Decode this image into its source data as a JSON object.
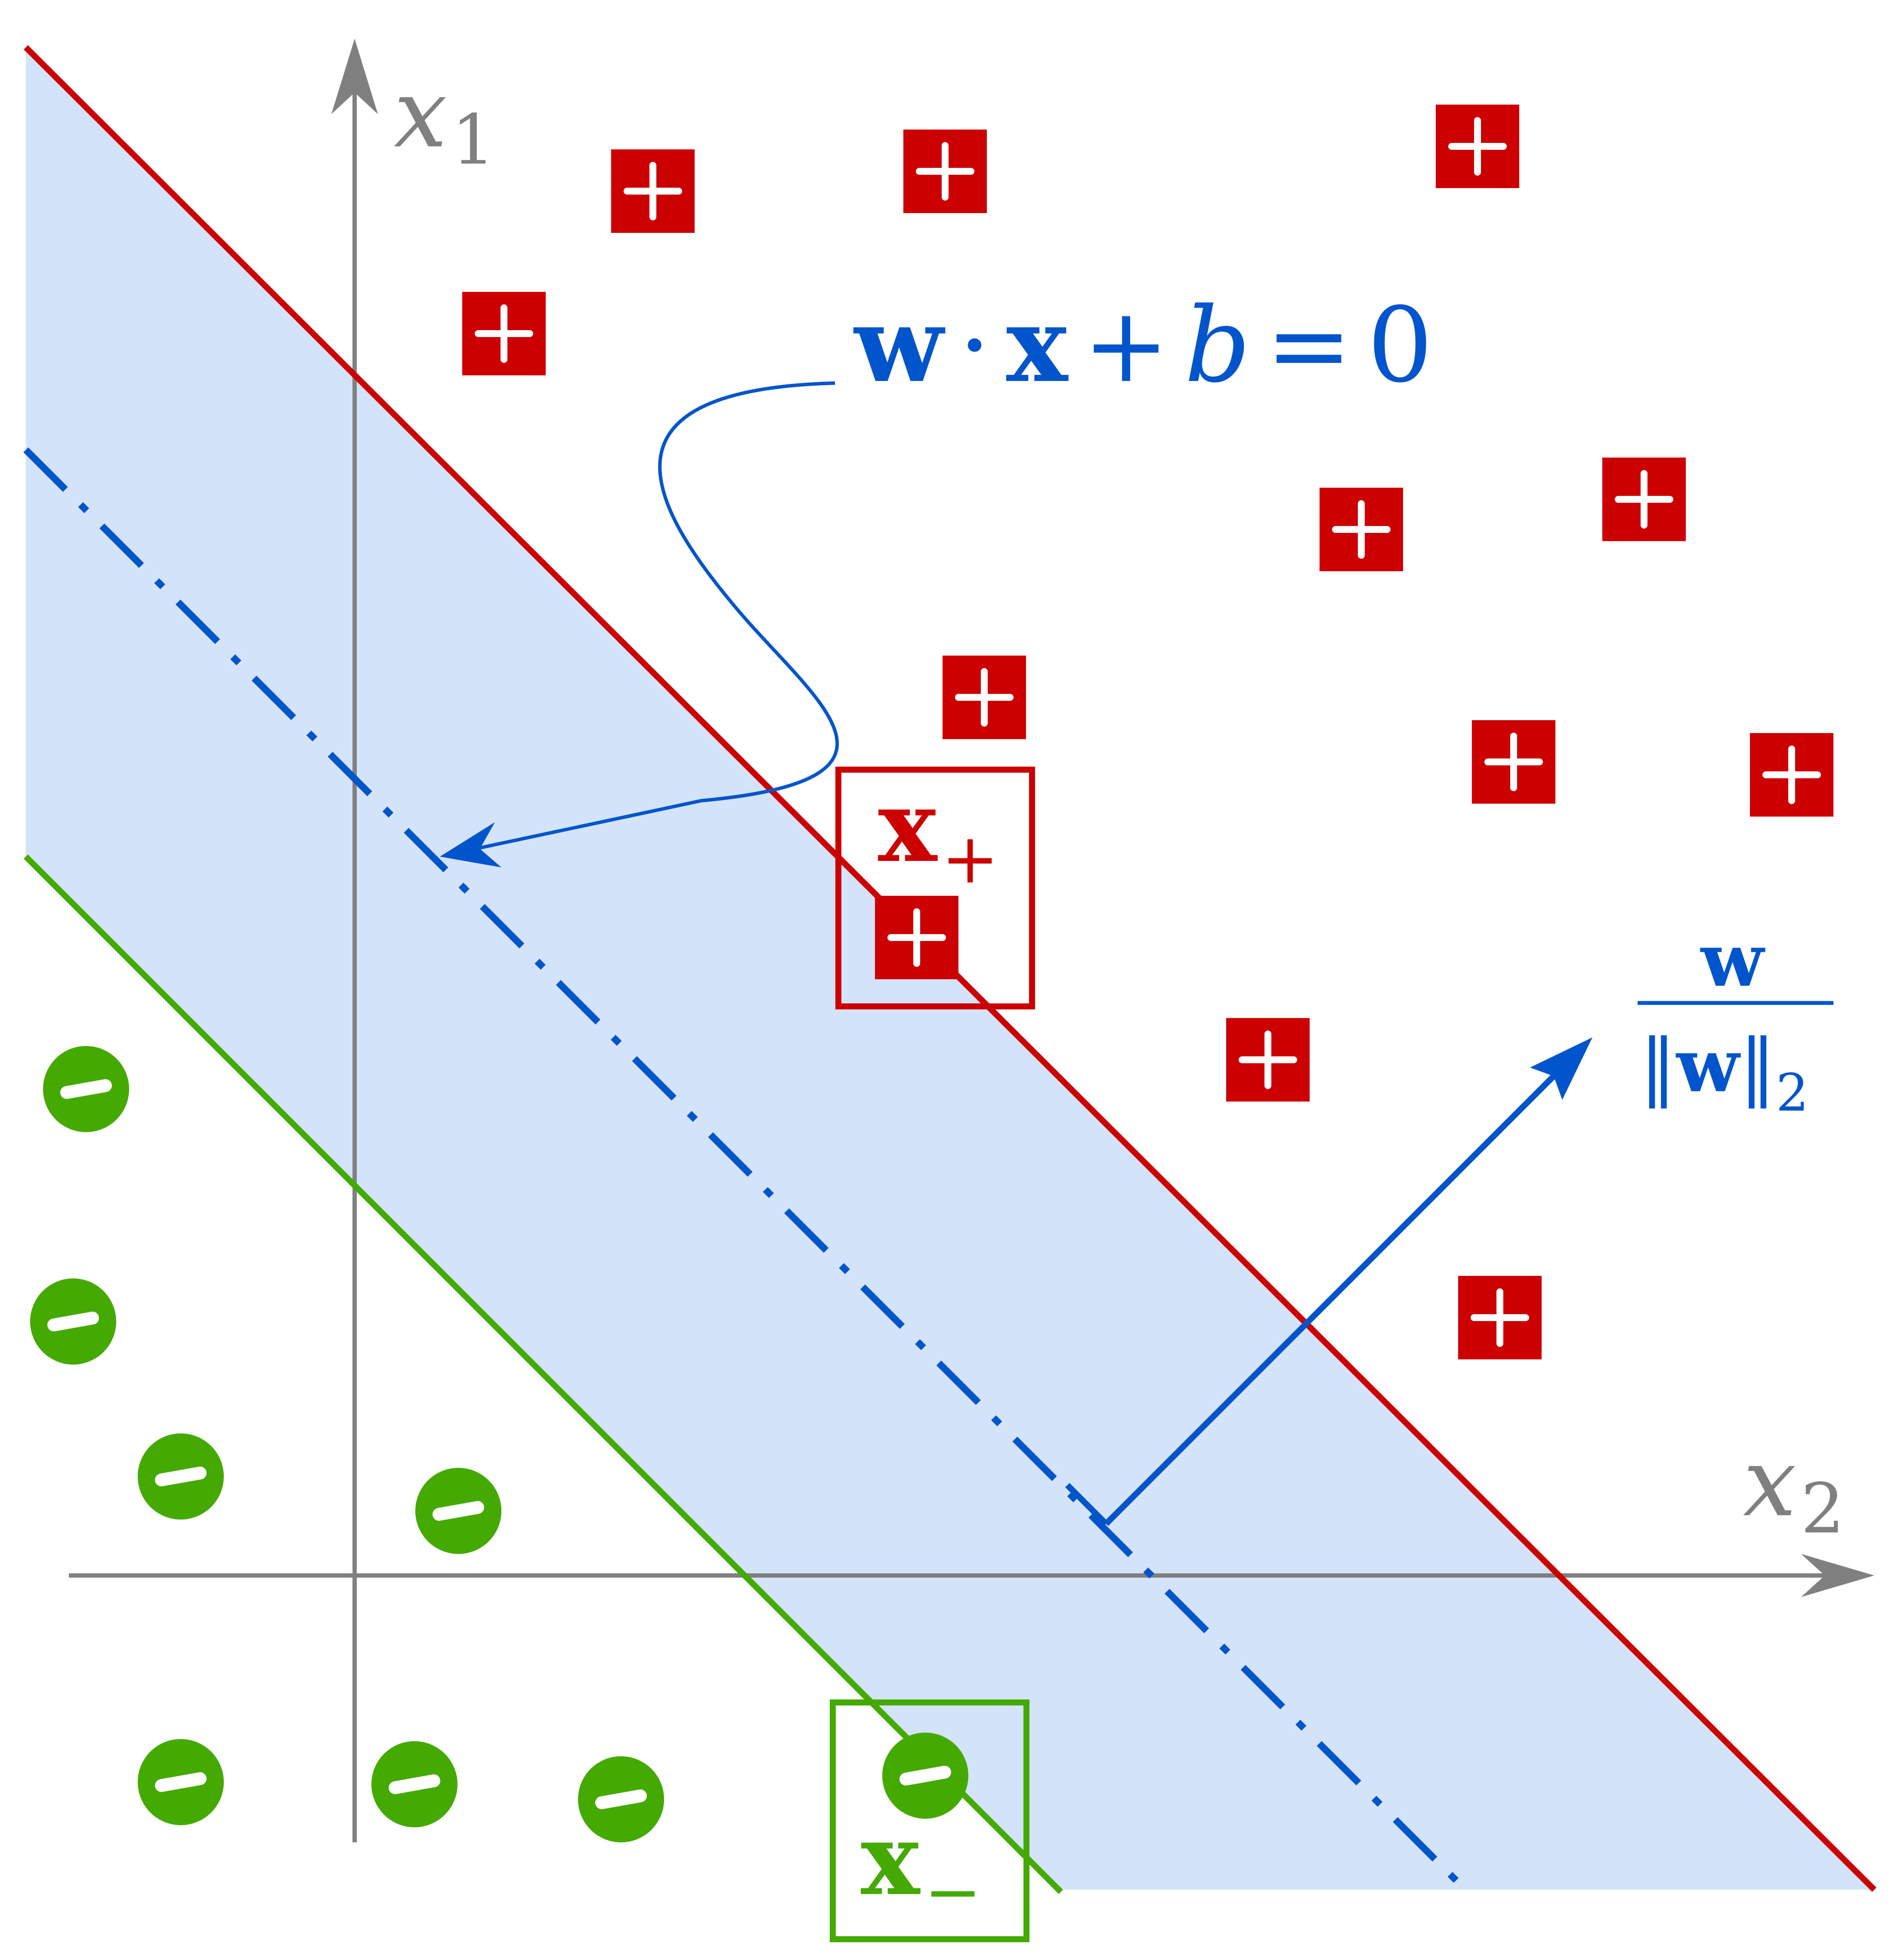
{
  "axes": {
    "x1_label_var": "x",
    "x1_label_sub": "1",
    "x2_label_var": "x",
    "x2_label_sub": "2"
  },
  "hyperplane_label": {
    "w": "w",
    "dot": "·",
    "x": "x",
    "plus": "+",
    "b": "b",
    "eq": "=",
    "zero": "0"
  },
  "normal_label": {
    "numerator": "w",
    "denominator_w": "w",
    "denominator_norm_left": "‖",
    "denominator_norm_right": "‖",
    "denominator_sub": "2"
  },
  "support_vectors": {
    "positive_var": "x",
    "positive_sub": "+",
    "negative_var": "x",
    "negative_sub": "−"
  },
  "markers": {
    "positive_symbol": "+",
    "negative_symbol": "−"
  },
  "colors": {
    "positive": "#cc0000",
    "negative": "#44aa00",
    "hyperplane": "#0055cc",
    "margin_fill": "#d3e3f9",
    "axis": "#808080",
    "marker_text": "#ffffff"
  }
}
